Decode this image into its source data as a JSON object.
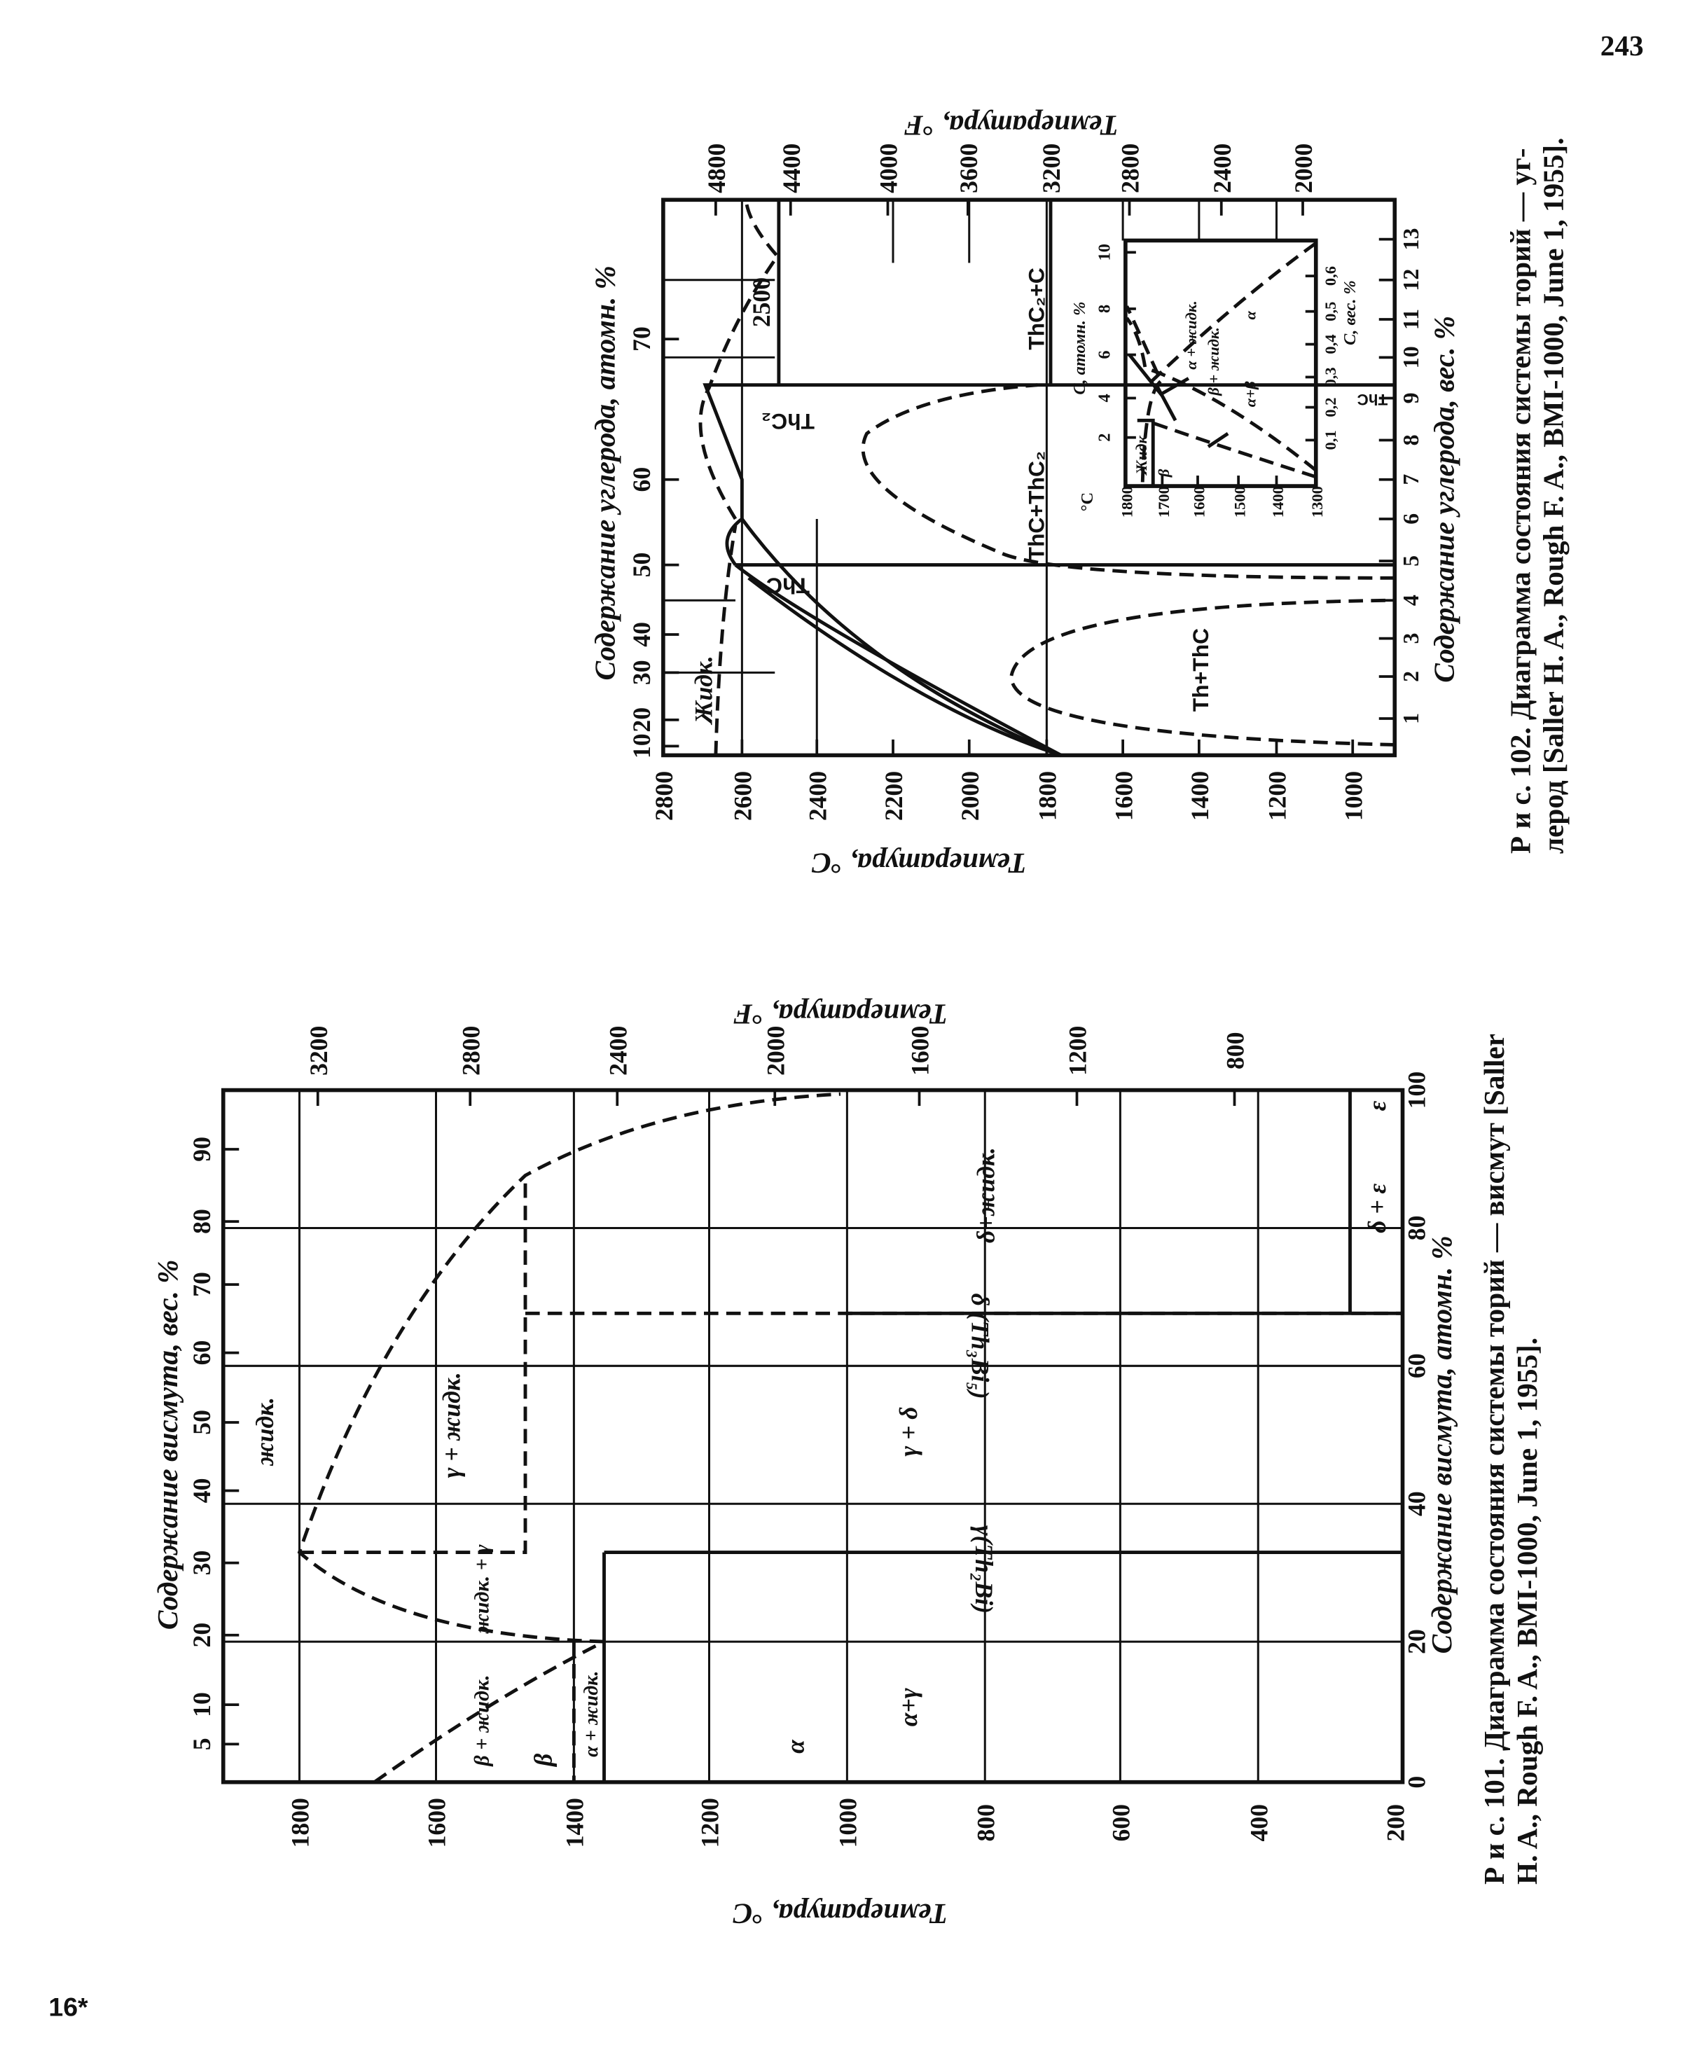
{
  "page_number": "243",
  "signature_mark": "16*",
  "fig101": {
    "caption_line1": "Р и с.  101.  Диаграмма  состояния  системы  торий — висмут  [Saller",
    "caption_line2": "H. A.,  Rough  F. A.,  BMI-1000,  June 1, 1955].",
    "temp_c_title": "Температура, °С",
    "temp_c_ticks": [
      "1800",
      "1600",
      "1400",
      "1200",
      "1000",
      "800",
      "600",
      "400",
      "200"
    ],
    "temp_f_title": "Температура, °F",
    "temp_f_ticks": [
      "3200",
      "2800",
      "2400",
      "2000",
      "1600",
      "1200",
      "800"
    ],
    "wt_title": "Содержание висмута, вес. %",
    "wt_ticks": [
      "5",
      "10",
      "20",
      "30",
      "40",
      "50",
      "60",
      "70",
      "80",
      "90"
    ],
    "at_title": "Содержание висмута, атомн. %",
    "at_ticks": [
      "0",
      "20",
      "40",
      "60",
      "80",
      "100"
    ],
    "regions": {
      "liquid": "жидк.",
      "gamma_liquid": "γ + жидк.",
      "liquid_gamma": "жидк. + γ",
      "beta_liquid": "β + жидк.",
      "beta": "β",
      "alpha_liquid": "α + жидк.",
      "alpha": "α",
      "alpha_gamma": "α+γ",
      "gamma_th2bi": "γ(Th₂Bi)",
      "gamma_delta": "γ + δ",
      "delta_th3bi5": "δ (Th₃Bi₅)",
      "delta_liquid": "δ+жидк.",
      "delta_eps": "δ + ε",
      "eps": "ε"
    }
  },
  "fig102": {
    "caption_line1": "Р и с.  102.  Диаграмма  состояния  системы  торий — уг-",
    "caption_line2": "лерод [Saller H. A.,  Rough F. A.,  BMI-1000, June 1, 1955].",
    "temp_c_title": "Температура, °С",
    "temp_c_ticks": [
      "2800",
      "2600",
      "2400",
      "2200",
      "2000",
      "1800",
      "1600",
      "1400",
      "1200",
      "1000"
    ],
    "temp_f_title": "Температура, °F",
    "temp_f_ticks": [
      "4800",
      "4400",
      "4000",
      "3600",
      "3200",
      "2800",
      "2400",
      "2000"
    ],
    "at_title": "Содержание углерода, атомн. %",
    "at_ticks": [
      "10",
      "20",
      "30",
      "40",
      "50",
      "60",
      "70"
    ],
    "wt_title": "Содержание углерода, вес. %",
    "wt_ticks": [
      "1",
      "2",
      "3",
      "4",
      "5",
      "6",
      "7",
      "8",
      "9",
      "10",
      "11",
      "12",
      "13"
    ],
    "regions": {
      "liquid": "Жидк.",
      "t2500": "2500",
      "thc2": "ThC₂",
      "thc": "ThC",
      "thc2_c": "ThC₂+C",
      "thc_thc2": "ThC+ThC₂",
      "th_thc": "Th+ThC"
    },
    "inset": {
      "temp_unit": "°C",
      "temp_ticks": [
        "1800",
        "1700",
        "1600",
        "1500",
        "1400",
        "1300"
      ],
      "at_title": "C, атомн. %",
      "at_ticks": [
        "2",
        "4",
        "6",
        "8",
        "10"
      ],
      "wt_title": "C, вес. %",
      "wt_ticks": [
        "0,1",
        "0,2",
        "0,3",
        "0,4",
        "0,5",
        "0,6"
      ],
      "thc_label": "ThC",
      "regions": {
        "liquid": "Жидк.",
        "beta": "β",
        "alpha_liquid": "α + жидк.",
        "beta_liquid": "β + жидк.",
        "alpha_beta": "α+β",
        "alpha": "α"
      }
    }
  }
}
